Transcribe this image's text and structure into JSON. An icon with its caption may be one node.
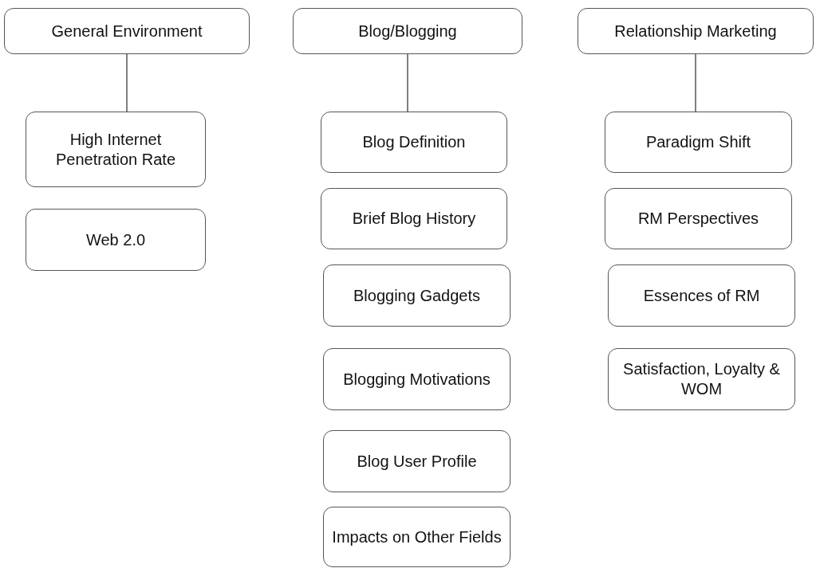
{
  "diagram": {
    "nodes": [
      {
        "text": [
          "General Environment"
        ]
      },
      {
        "text": [
          "High Internet Penetration Rate"
        ]
      },
      {
        "text": [
          "Web 2.0"
        ]
      },
      {
        "text": [
          "Blog/Blogging"
        ]
      },
      {
        "text": [
          "Blog Definition"
        ]
      },
      {
        "text": [
          "Brief Blog History"
        ]
      },
      {
        "text": [
          "Blogging Gadgets"
        ]
      },
      {
        "text": [
          "Blogging Motivations"
        ]
      },
      {
        "text": [
          "Blog User Profile"
        ]
      },
      {
        "text": [
          "Impacts on Other Fields"
        ]
      },
      {
        "text": [
          "Relationship Marketing"
        ]
      },
      {
        "text": [
          "Paradigm Shift"
        ]
      },
      {
        "text": [
          "RM Perspectives"
        ]
      },
      {
        "text": [
          "Essences of RM"
        ]
      },
      {
        "text": [
          "Satisfaction, Loyalty & WOM"
        ]
      }
    ],
    "edges": [
      {
        "from": 0,
        "to": 1,
        "arrow": "none"
      },
      {
        "from": 3,
        "to": 4,
        "arrow": "none"
      },
      {
        "from": 10,
        "to": 11,
        "arrow": "none"
      }
    ]
  }
}
